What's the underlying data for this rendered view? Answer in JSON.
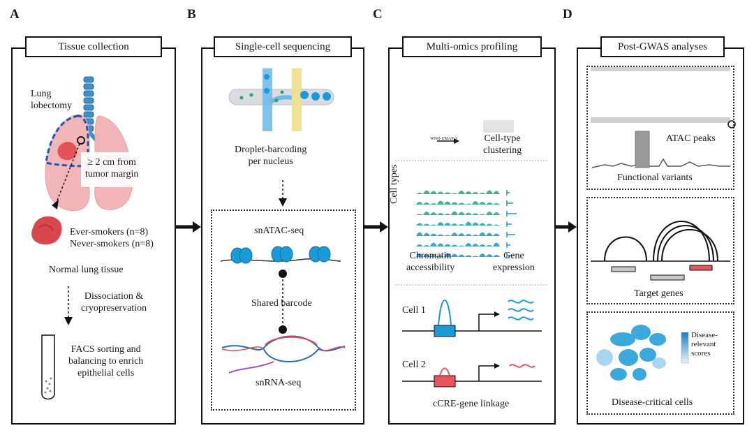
{
  "panel_letters": [
    "A",
    "B",
    "C",
    "D"
  ],
  "panels": {
    "a": {
      "title": "Tissue collection",
      "lung_label": "Lung\nlobectomy",
      "margin_label": "≥ 2 cm from\ntumor margin",
      "cohorts": "Ever-smokers (n=8)\nNever-smokers (n=8)",
      "normal": "Normal lung tissue",
      "dissociation": "Dissociation &\ncryopreservation",
      "facs": "FACS sorting and\nbalancing to enrich\nepithelial cells"
    },
    "b": {
      "title": "Single-cell sequencing",
      "droplet": "Droplet-barcoding\nper nucleus",
      "atac": "snATAC-seq",
      "barcode": "Shared barcode",
      "rna": "snRNA-seq"
    },
    "c": {
      "title": "Multi-omics profiling",
      "umap_axis": "WNN-UMAP-1",
      "clustering": "Cell-type\nclustering",
      "cell_types": "Cell types",
      "chromatin": "Chromatin\naccessibility",
      "gene_expr": "Gene\nexpression",
      "cell1": "Cell 1",
      "cell2": "Cell 2",
      "linkage": "cCRE-gene linkage"
    },
    "d": {
      "title": "Post-GWAS analyses",
      "atac_peaks": "ATAC peaks",
      "functional": "Functional variants",
      "target": "Target genes",
      "disease_scale": "Disease-\nrelevant\nscores",
      "critical": "Disease-critical cells"
    }
  },
  "colors": {
    "teal": "#1a9bd7",
    "green": "#22a866",
    "lung_pink": "#f2b6b8",
    "tumor_red": "#e0474f",
    "red_line": "#e8555a",
    "yellow": "#f0e08a",
    "blue_channel": "#6cb8e8"
  }
}
